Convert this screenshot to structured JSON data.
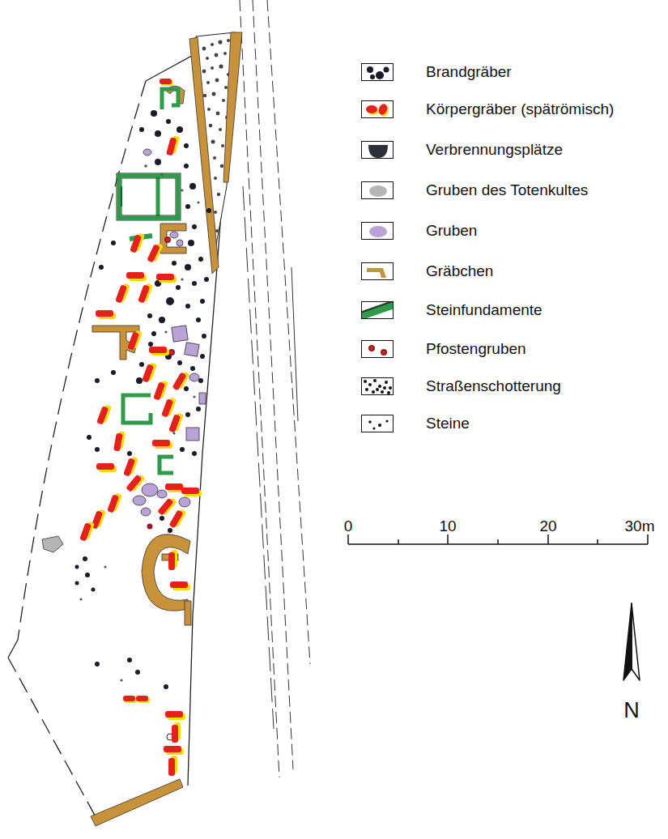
{
  "diagram": {
    "labels": [
      "0",
      "10",
      "20",
      "30m",
      "N"
    ],
    "legend": [
      {
        "text": "Brandgräber",
        "color": "#1b1b2b"
      },
      {
        "text": "Körpergräber (spätrömisch)",
        "color": "#e5211d"
      },
      {
        "text": "Verbrennungsplätze",
        "color": "#2b2f3a"
      },
      {
        "text": "Gruben des Totenkultes",
        "color": "#b5b5b5"
      },
      {
        "text": "Gruben",
        "color": "#b9a3d6"
      },
      {
        "text": "Gräbchen",
        "color": "#c8923a"
      },
      {
        "text": "Steinfundamente",
        "color": "#2e9a4a"
      },
      {
        "text": "Pfostengruben"
      },
      {
        "text": "Straßenschotterung"
      },
      {
        "text": "Steine"
      }
    ]
  }
}
